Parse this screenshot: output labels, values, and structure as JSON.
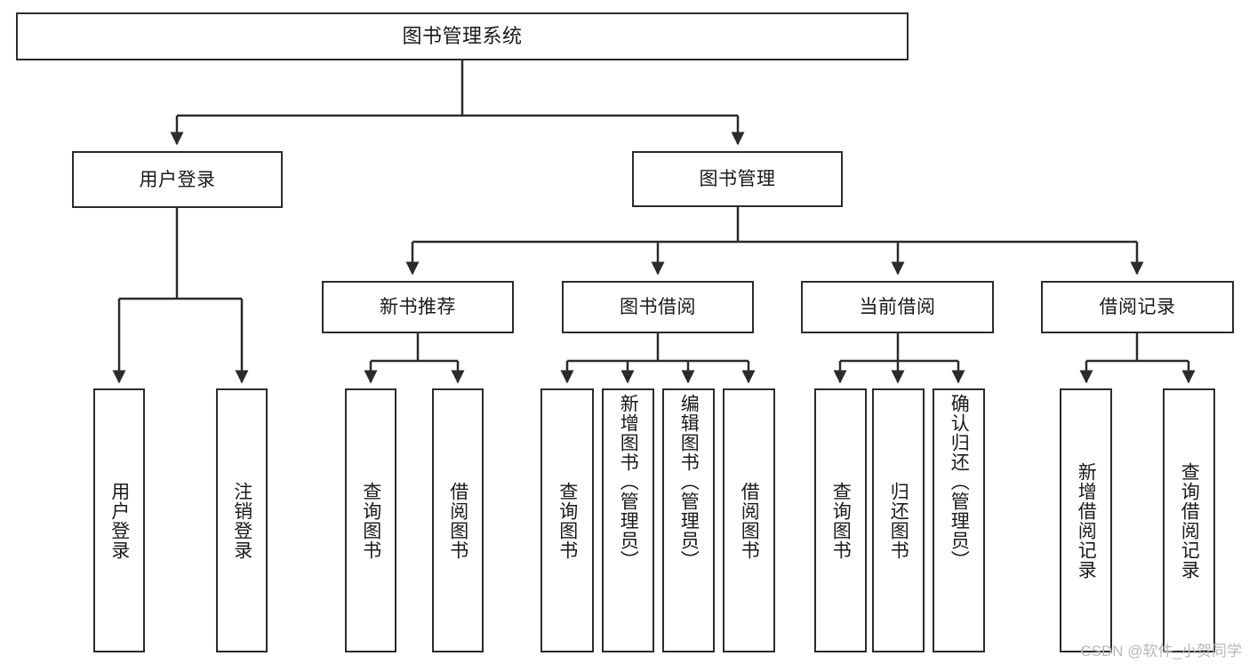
{
  "diagram": {
    "title": "图书管理系统",
    "type": "tree-hierarchy",
    "root": {
      "label": "图书管理系统"
    },
    "level2": [
      {
        "label": "用户登录"
      },
      {
        "label": "图书管理"
      }
    ],
    "level3": [
      {
        "label": "新书推荐"
      },
      {
        "label": "图书借阅"
      },
      {
        "label": "当前借阅"
      },
      {
        "label": "借阅记录"
      }
    ],
    "leaves": {
      "user_login": [
        {
          "label": "用户登录"
        },
        {
          "label": "注销登录"
        }
      ],
      "new_book_recommend": [
        {
          "label": "查询图书"
        },
        {
          "label": "借阅图书"
        }
      ],
      "book_borrow": [
        {
          "label": "查询图书"
        },
        {
          "label": "新增图书（管理员）"
        },
        {
          "label": "编辑图书（管理员）"
        },
        {
          "label": "借阅图书"
        }
      ],
      "current_borrow": [
        {
          "label": "查询图书"
        },
        {
          "label": "归还图书"
        },
        {
          "label": "确认归还（管理员）"
        }
      ],
      "borrow_record": [
        {
          "label": "新增借阅记录"
        },
        {
          "label": "查询借阅记录"
        }
      ]
    }
  },
  "watermark": {
    "text": "CSDN @软件_小贺同学"
  },
  "colors": {
    "stroke": "#2b2b2b",
    "background": "#ffffff",
    "text": "#1a1a1a",
    "watermark": "#b8b8b8"
  }
}
